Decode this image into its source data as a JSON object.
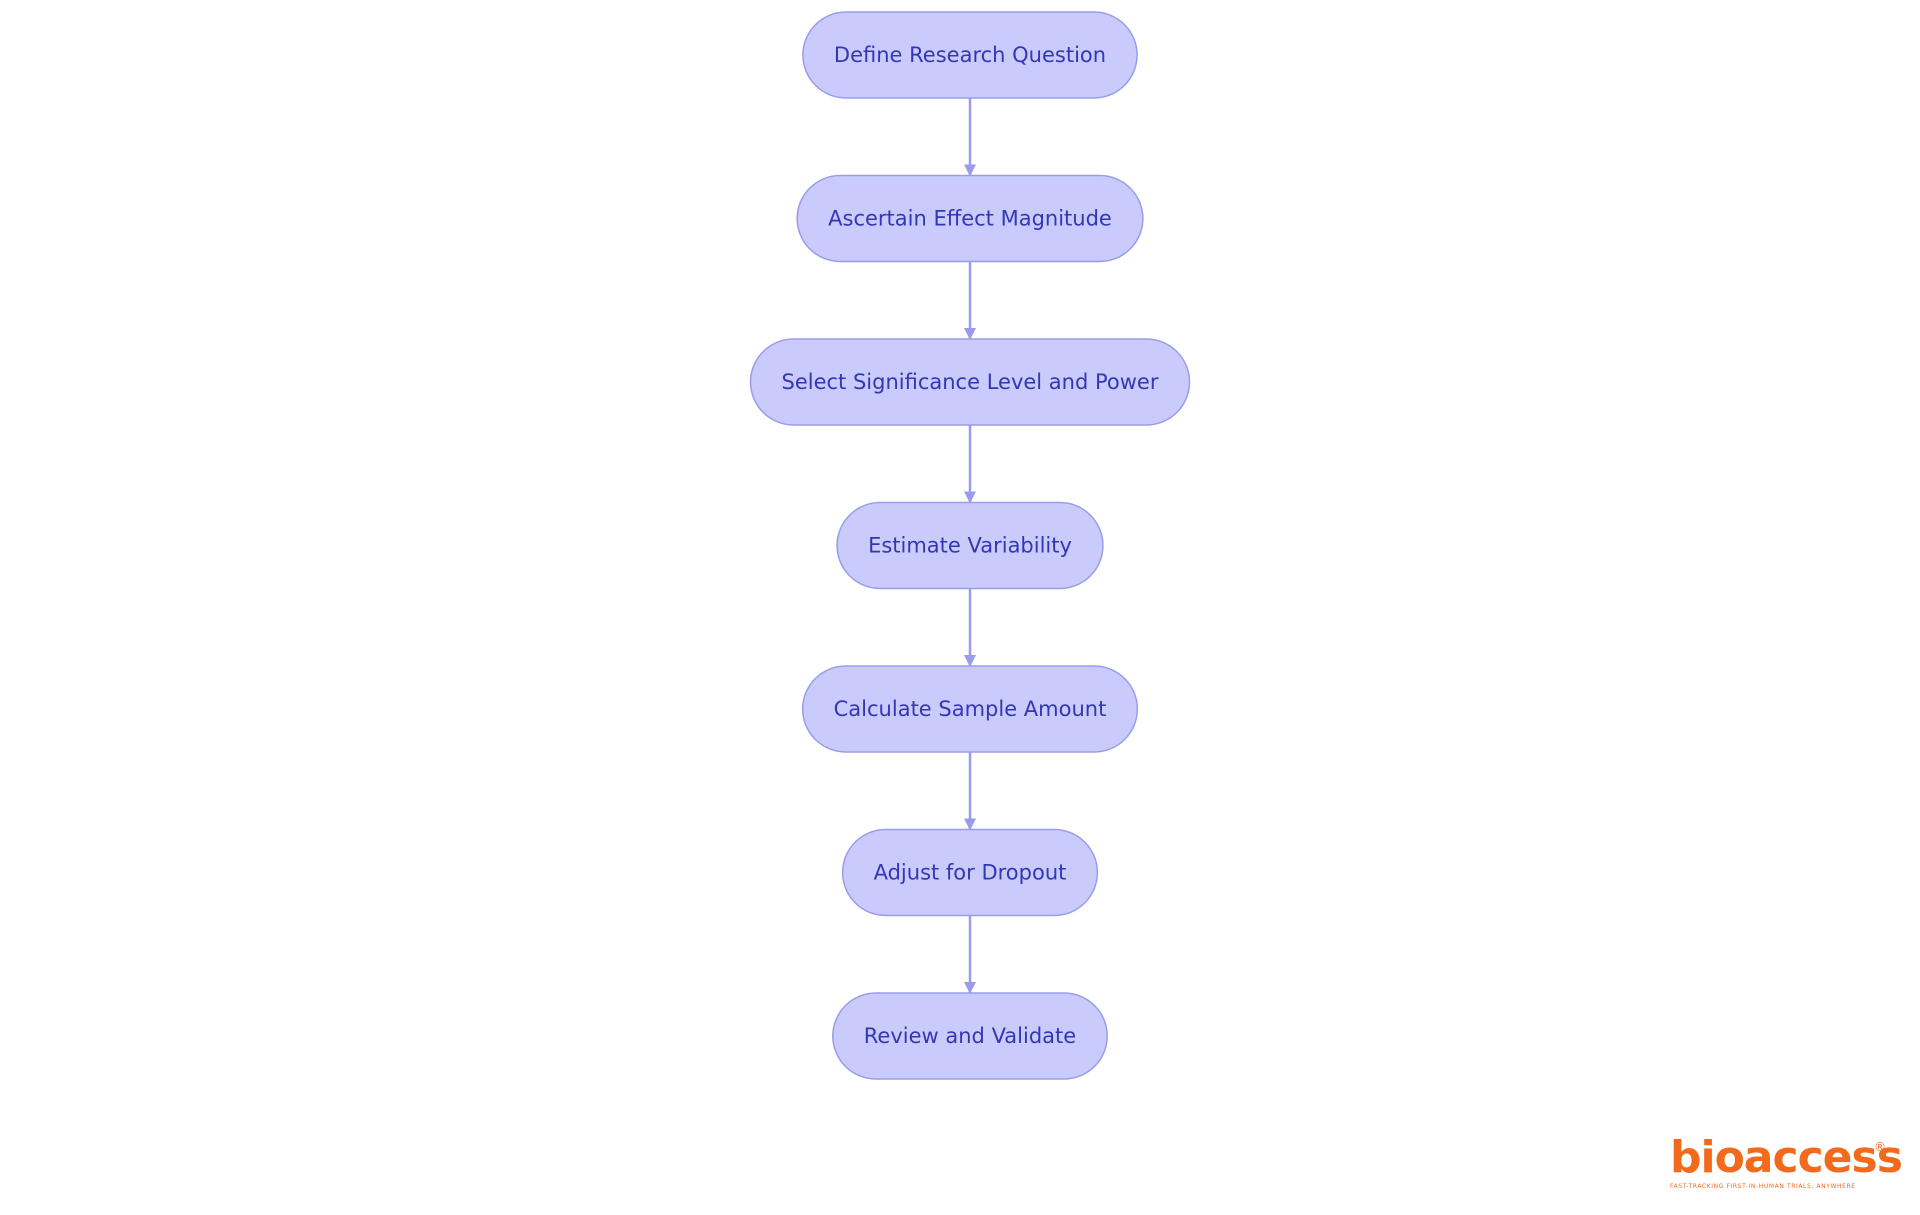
{
  "diagram": {
    "type": "flowchart",
    "direction": "top-to-bottom",
    "colors": {
      "node_fill": "#c9cbfc",
      "node_stroke": "#9a9ceb",
      "node_text": "#3437b5",
      "edge": "#9a9ceb"
    },
    "nodes": [
      {
        "id": "n1",
        "label": "Define Research Question"
      },
      {
        "id": "n2",
        "label": "Ascertain Effect Magnitude"
      },
      {
        "id": "n3",
        "label": "Select Significance Level and Power"
      },
      {
        "id": "n4",
        "label": "Estimate Variability"
      },
      {
        "id": "n5",
        "label": "Calculate Sample Amount"
      },
      {
        "id": "n6",
        "label": "Adjust for Dropout"
      },
      {
        "id": "n7",
        "label": "Review and Validate"
      }
    ],
    "edges": [
      {
        "from": "n1",
        "to": "n2"
      },
      {
        "from": "n2",
        "to": "n3"
      },
      {
        "from": "n3",
        "to": "n4"
      },
      {
        "from": "n4",
        "to": "n5"
      },
      {
        "from": "n5",
        "to": "n6"
      },
      {
        "from": "n6",
        "to": "n7"
      }
    ]
  },
  "logo": {
    "wordmark": "bioaccess",
    "registered": "®",
    "tagline": "FAST-TRACKING FIRST-IN-HUMAN TRIALS, ANYWHERE",
    "color": "#f26a1b"
  }
}
